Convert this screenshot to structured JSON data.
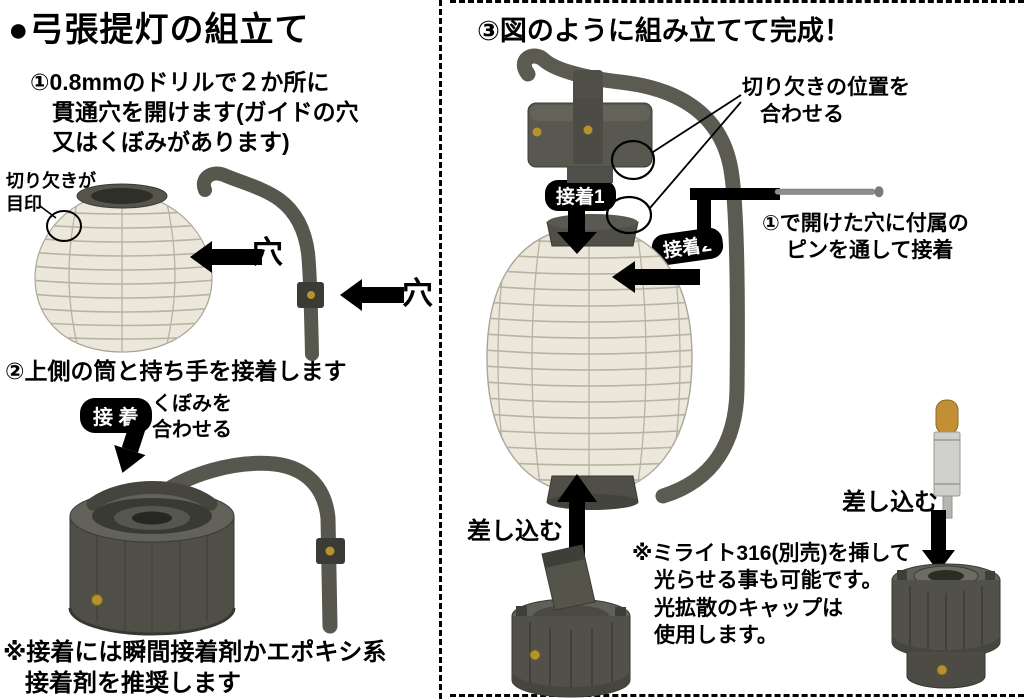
{
  "left_panel": {
    "title": "●弓張提灯の組立て",
    "step1_lines": [
      "①0.8mmのドリルで２か所に",
      "貫通穴を開けます(ガイドの穴",
      "又はくぼみがあります)"
    ],
    "notch_mark_lines": [
      "切り欠きが",
      "目印"
    ],
    "hole_label_a": "穴",
    "hole_label_b": "穴",
    "step2_heading": "②上側の筒と持ち手を接着します",
    "glue_badge": "接 着",
    "dent_lines": [
      "くぼみを",
      "合わせる"
    ],
    "footnote_lines": [
      "※接着には瞬間接着剤かエポキシ系",
      "接着剤を推奨します"
    ]
  },
  "right_panel": {
    "heading": "③図のように組み立てて完成！",
    "notch_lines": [
      "切り欠きの位置を",
      "合わせる"
    ],
    "glue1_badge": "接着1",
    "glue2_badge": "接着2",
    "pin_note_lines": [
      "①で開けた穴に付属の",
      "ピンを通して接着"
    ],
    "insert_bottom_label": "差し込む",
    "insert_led_label": "差し込む",
    "led_note_lines": [
      "※ミライト316(別売)を挿して",
      "光らせる事も可能です。",
      "光拡散のキャップは",
      "使用します。"
    ]
  },
  "palette": {
    "plastic_dark": "#57574d",
    "plastic_darker": "#3b3b35",
    "paper": "#ebe8db",
    "paper_line": "#b7b3a2",
    "brass": "#b5922f",
    "metal": "#8e8e8a",
    "led_tip": "#c28f35",
    "arrow_black": "#000000"
  }
}
